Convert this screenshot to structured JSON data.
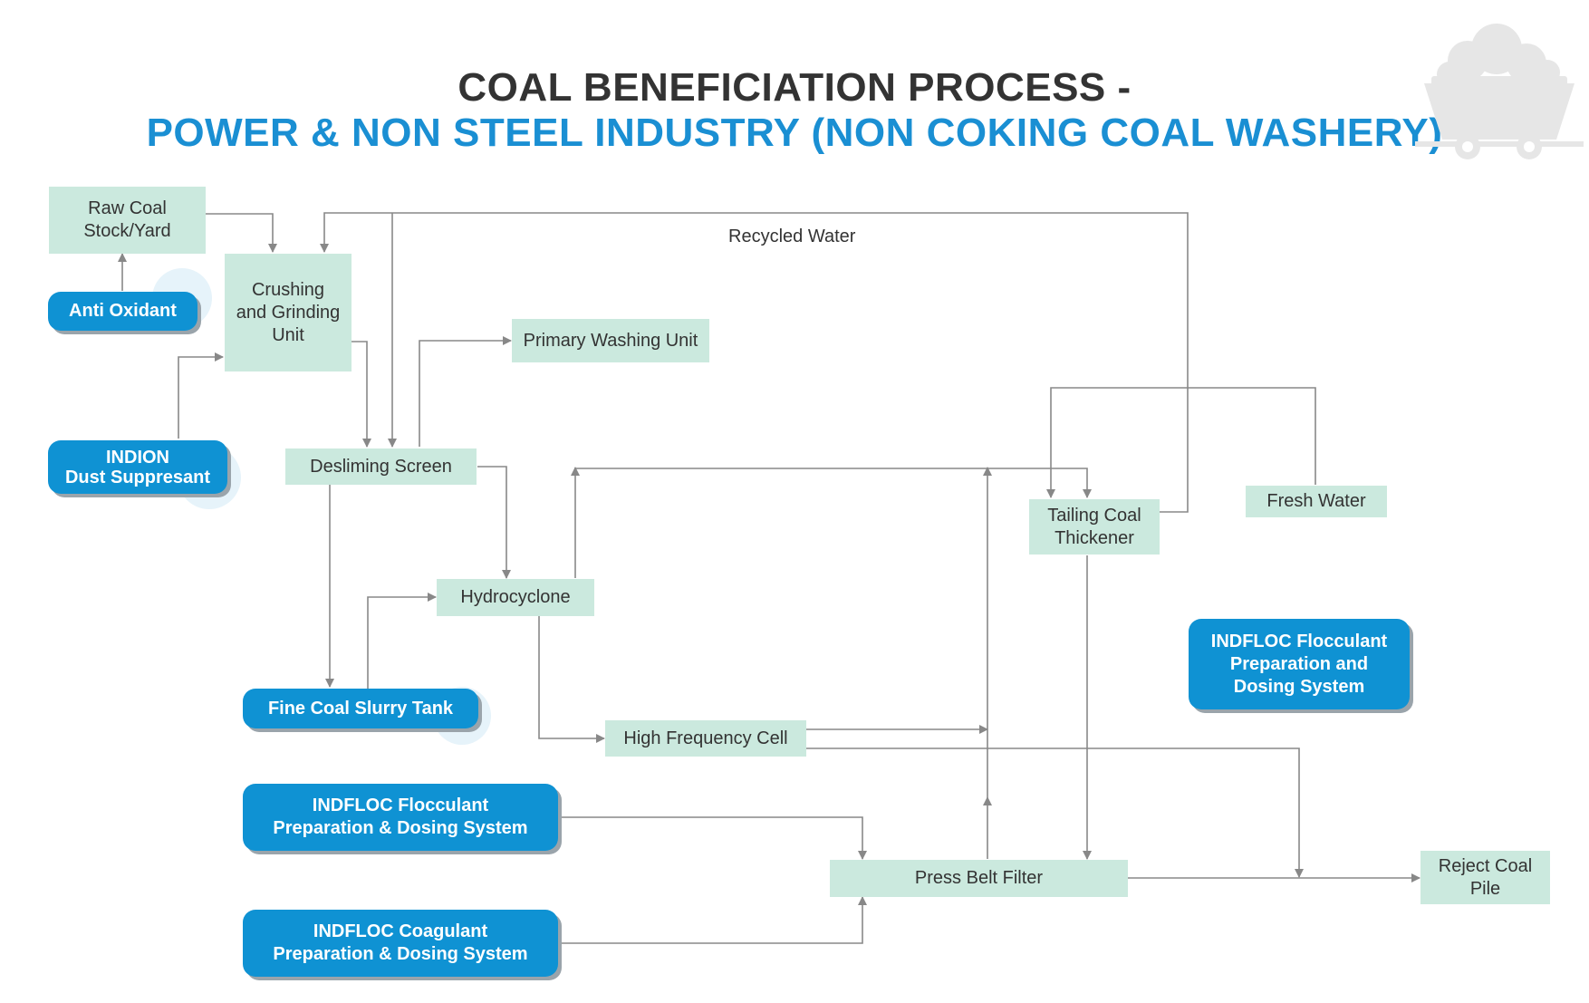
{
  "title": {
    "line1": "COAL BENEFICIATION PROCESS -",
    "line2": "POWER & NON STEEL INDUSTRY (NON COKING COAL WASHERY)"
  },
  "colors": {
    "process_box": "#cbe9de",
    "product_box": "#0f92d3",
    "title_dark": "#333333",
    "title_blue": "#1a8fd3",
    "connector": "#888888"
  },
  "icon": "coal-cart-icon",
  "nodes": {
    "raw_coal": "Raw Coal Stock/Yard",
    "anti_oxidant": "Anti Oxidant",
    "crushing": "Crushing and Grinding Unit",
    "dust_suppressant_1": "INDION",
    "dust_suppressant_2": "Dust Suppresant",
    "primary_washing": "Primary Washing Unit",
    "desliming": "Desliming Screen",
    "hydrocyclone": "Hydrocyclone",
    "fine_coal": "Fine Coal Slurry Tank",
    "high_freq": "High Frequency Cell",
    "flocculant_1": "INDFLOC Flocculant Preparation & Dosing System",
    "coagulant": "INDFLOC Coagulant Preparation & Dosing System",
    "press_belt": "Press Belt Filter",
    "tailing": "Tailing Coal Thickener",
    "fresh_water": "Fresh Water",
    "flocculant_2": "INDFLOC Flocculant Preparation and Dosing System",
    "reject_coal": "Reject Coal Pile"
  },
  "labels": {
    "recycled_water": "Recycled Water"
  }
}
